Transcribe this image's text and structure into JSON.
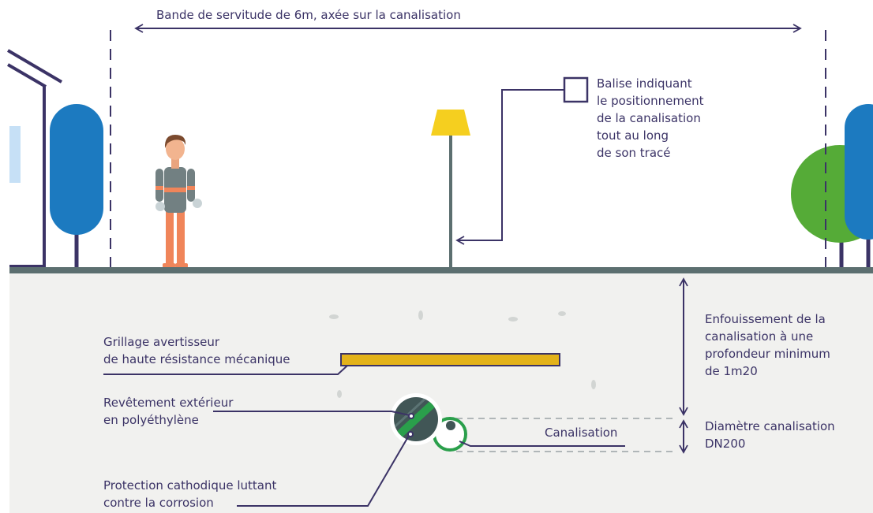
{
  "easement_label": "Bande de servitude de 6m, axée sur la canalisation",
  "marker_label": "Balise indiquant\nle positionnement\nde la canalisation\ntout au long\nde son tracé",
  "burial_label": "Enfouissement de la\ncanalisation à une\nprofondeur minimum\nde 1m20",
  "diameter_label": "Diamètre canalisation\nDN200",
  "pipe_label": "Canalisation",
  "warning_mesh_label": "Grillage avertisseur\nde haute résistance mécanique",
  "coating_label": "Revêtement extérieur\nen polyéthylène",
  "cathodic_label": "Protection cathodique luttant\ncontre la corrosion",
  "colors": {
    "ink": "#3b3366",
    "ground_line": "#5c6f70",
    "soil": "#f1f1ef",
    "tree_blue": "#1c7ac0",
    "tree_green": "#55ab37",
    "mesh": "#e3b21a",
    "lamp": "#f5cf1f",
    "pipe_dark": "#415656",
    "pipe_green": "#2a9f4b"
  }
}
